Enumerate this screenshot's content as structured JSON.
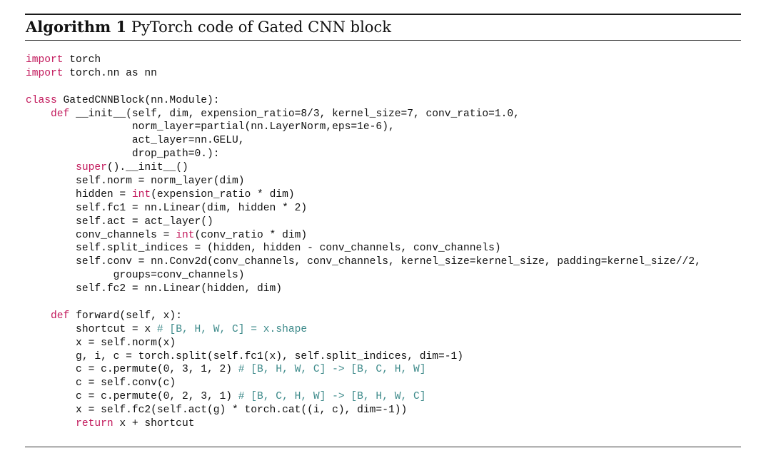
{
  "algorithm": {
    "label": "Algorithm 1",
    "caption": "PyTorch code of Gated CNN block"
  },
  "code_lines": [
    [
      [
        "keyword",
        "import"
      ],
      [
        "plain",
        " torch"
      ]
    ],
    [
      [
        "keyword",
        "import"
      ],
      [
        "plain",
        " torch.nn as nn"
      ]
    ],
    [],
    [
      [
        "keyword",
        "class"
      ],
      [
        "plain",
        " GatedCNNBlock(nn.Module):"
      ]
    ],
    [
      [
        "plain",
        "    "
      ],
      [
        "keyword",
        "def"
      ],
      [
        "plain",
        " __init__(self, dim, expension_ratio=8/3, kernel_size=7, conv_ratio=1.0,"
      ]
    ],
    [
      [
        "plain",
        "                 norm_layer=partial(nn.LayerNorm,eps=1e-6),"
      ]
    ],
    [
      [
        "plain",
        "                 act_layer=nn.GELU,"
      ]
    ],
    [
      [
        "plain",
        "                 drop_path=0.):"
      ]
    ],
    [
      [
        "plain",
        "        "
      ],
      [
        "builtin",
        "super"
      ],
      [
        "plain",
        "().__init__()"
      ]
    ],
    [
      [
        "plain",
        "        self.norm = norm_layer(dim)"
      ]
    ],
    [
      [
        "plain",
        "        hidden = "
      ],
      [
        "builtin",
        "int"
      ],
      [
        "plain",
        "(expension_ratio * dim)"
      ]
    ],
    [
      [
        "plain",
        "        self.fc1 = nn.Linear(dim, hidden * 2)"
      ]
    ],
    [
      [
        "plain",
        "        self.act = act_layer()"
      ]
    ],
    [
      [
        "plain",
        "        conv_channels = "
      ],
      [
        "builtin",
        "int"
      ],
      [
        "plain",
        "(conv_ratio * dim)"
      ]
    ],
    [
      [
        "plain",
        "        self.split_indices = (hidden, hidden - conv_channels, conv_channels)"
      ]
    ],
    [
      [
        "plain",
        "        self.conv = nn.Conv2d(conv_channels, conv_channels, kernel_size=kernel_size, padding=kernel_size//2,"
      ]
    ],
    [
      [
        "plain",
        "              groups=conv_channels)"
      ]
    ],
    [
      [
        "plain",
        "        self.fc2 = nn.Linear(hidden, dim)"
      ]
    ],
    [],
    [
      [
        "plain",
        "    "
      ],
      [
        "keyword",
        "def"
      ],
      [
        "plain",
        " forward(self, x):"
      ]
    ],
    [
      [
        "plain",
        "        shortcut = x "
      ],
      [
        "comment",
        "# [B, H, W, C] = x.shape"
      ]
    ],
    [
      [
        "plain",
        "        x = self.norm(x)"
      ]
    ],
    [
      [
        "plain",
        "        g, i, c = torch.split(self.fc1(x), self.split_indices, dim=-1)"
      ]
    ],
    [
      [
        "plain",
        "        c = c.permute(0, 3, 1, 2) "
      ],
      [
        "comment",
        "# [B, H, W, C] -> [B, C, H, W]"
      ]
    ],
    [
      [
        "plain",
        "        c = self.conv(c)"
      ]
    ],
    [
      [
        "plain",
        "        c = c.permute(0, 2, 3, 1) "
      ],
      [
        "comment",
        "# [B, C, H, W] -> [B, H, W, C]"
      ]
    ],
    [
      [
        "plain",
        "        x = self.fc2(self.act(g) * torch.cat((i, c), dim=-1))"
      ]
    ],
    [
      [
        "plain",
        "        "
      ],
      [
        "keyword",
        "return"
      ],
      [
        "plain",
        " x + shortcut"
      ]
    ]
  ],
  "colors": {
    "keyword": "#c2185b",
    "comment": "#3d8a8a",
    "text": "#111111",
    "rule": "#1a1a1a"
  }
}
